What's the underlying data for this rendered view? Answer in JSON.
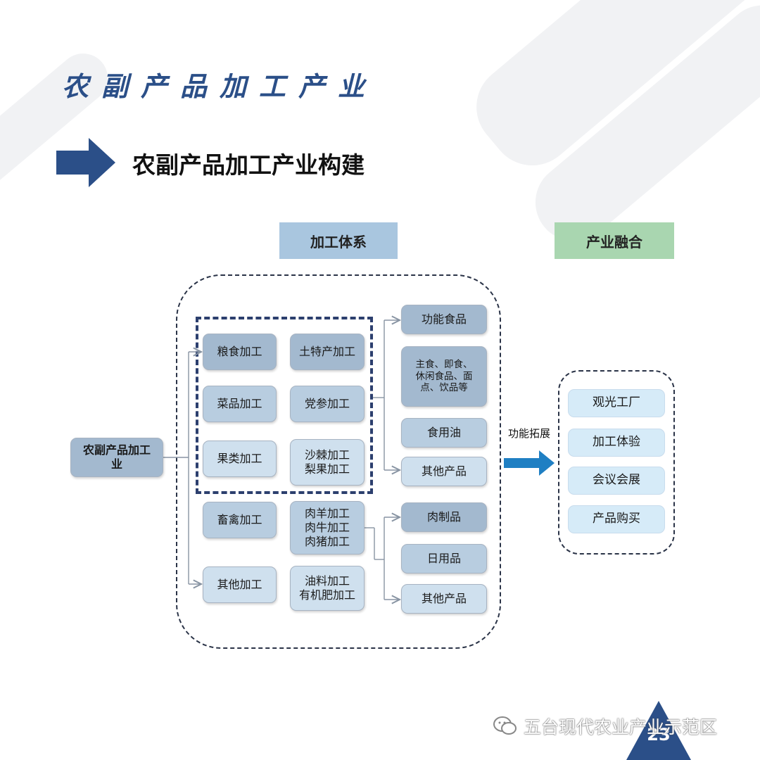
{
  "page": {
    "title": "农副产品加工产业",
    "section_title": "农副产品加工产业构建",
    "page_number": "23",
    "watermark": "五台现代农业产业示范区"
  },
  "diagram": {
    "headers": {
      "processing_system": "加工体系",
      "industry_integration": "产业融合"
    },
    "root": "农副产品加工业",
    "left_column": [
      "粮食加工",
      "菜品加工",
      "果类加工",
      "畜禽加工",
      "其他加工"
    ],
    "right_column": [
      "土特产加工",
      "党参加工",
      "沙棘加工\n梨果加工",
      "肉羊加工\n肉牛加工\n肉猪加工",
      "油料加工\n有机肥加工"
    ],
    "products_top": [
      "功能食品",
      "主食、即食、休闲食品、面点、饮品等",
      "食用油",
      "其他产品"
    ],
    "products_bottom": [
      "肉制品",
      "日用品",
      "其他产品"
    ],
    "function_extension_label": "功能拓展",
    "integration_items": [
      "观光工厂",
      "加工体验",
      "会议会展",
      "产品购买"
    ]
  },
  "colors": {
    "title_blue": "#2b4f88",
    "arrow_blue": "#1f7fc3",
    "header_blue": "#a9c6df",
    "header_green": "#a9d6b0"
  }
}
